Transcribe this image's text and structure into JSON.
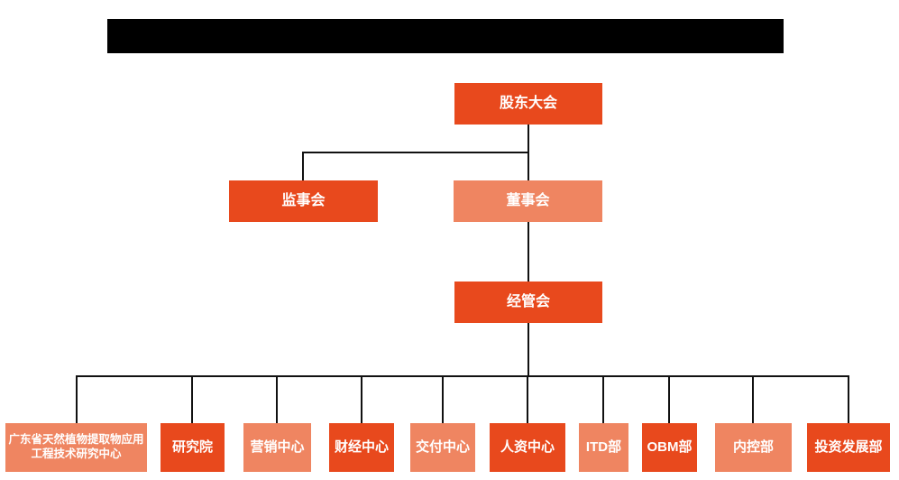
{
  "title_bar": {
    "note": "redacted-black-bar"
  },
  "colors": {
    "dark_orange": "#e8491d",
    "light_orange": "#ef8561",
    "line": "#111111",
    "redacted_bar": "#000000",
    "background": "#ffffff",
    "node_text": "#ffffff"
  },
  "org": {
    "root": {
      "label": "股东大会",
      "tone": "dark"
    },
    "level2": [
      {
        "label": "监事会",
        "tone": "dark"
      },
      {
        "label": "董事会",
        "tone": "light"
      }
    ],
    "level3": [
      {
        "label": "经管会",
        "tone": "dark"
      }
    ],
    "departments": [
      {
        "label": "广东省天然植物提取物应用工程技术研究中心",
        "tone": "light"
      },
      {
        "label": "研究院",
        "tone": "dark"
      },
      {
        "label": "营销中心",
        "tone": "light"
      },
      {
        "label": "财经中心",
        "tone": "dark"
      },
      {
        "label": "交付中心",
        "tone": "light"
      },
      {
        "label": "人资中心",
        "tone": "dark"
      },
      {
        "label": "ITD部",
        "tone": "light"
      },
      {
        "label": "OBM部",
        "tone": "dark"
      },
      {
        "label": "内控部",
        "tone": "light"
      },
      {
        "label": "投资发展部",
        "tone": "dark"
      }
    ]
  }
}
